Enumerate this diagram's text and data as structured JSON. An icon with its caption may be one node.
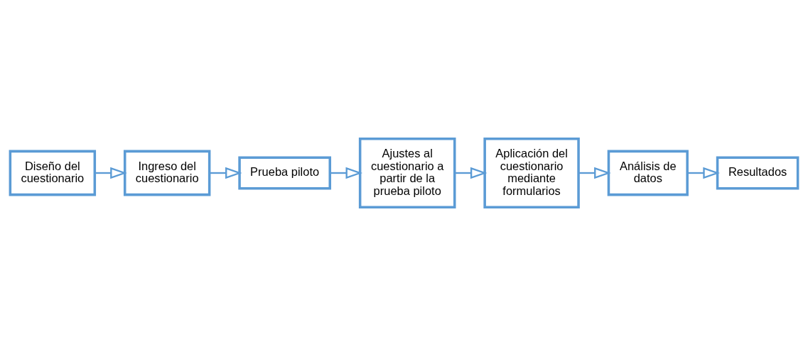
{
  "diagram": {
    "nodes": [
      {
        "text": [
          "Diseño del cuestionario"
        ]
      },
      {
        "text": [
          "Ingreso del cuestionario"
        ]
      },
      {
        "text": [
          "Prueba piloto"
        ]
      },
      {
        "text": [
          "Ajustes al cuestionario a partir de la prueba piloto"
        ]
      },
      {
        "text": [
          "Aplicación del cuestionario mediante formularios"
        ]
      },
      {
        "text": [
          "Análisis de datos"
        ]
      },
      {
        "text": [
          "Resultados"
        ]
      }
    ],
    "edges": [
      {
        "from": 0,
        "to": 1,
        "arrow": "to"
      },
      {
        "from": 1,
        "to": 2,
        "arrow": "to"
      },
      {
        "from": 2,
        "to": 3,
        "arrow": "to"
      },
      {
        "from": 3,
        "to": 4,
        "arrow": "to"
      },
      {
        "from": 4,
        "to": 5,
        "arrow": "to"
      },
      {
        "from": 5,
        "to": 6,
        "arrow": "to"
      }
    ]
  }
}
